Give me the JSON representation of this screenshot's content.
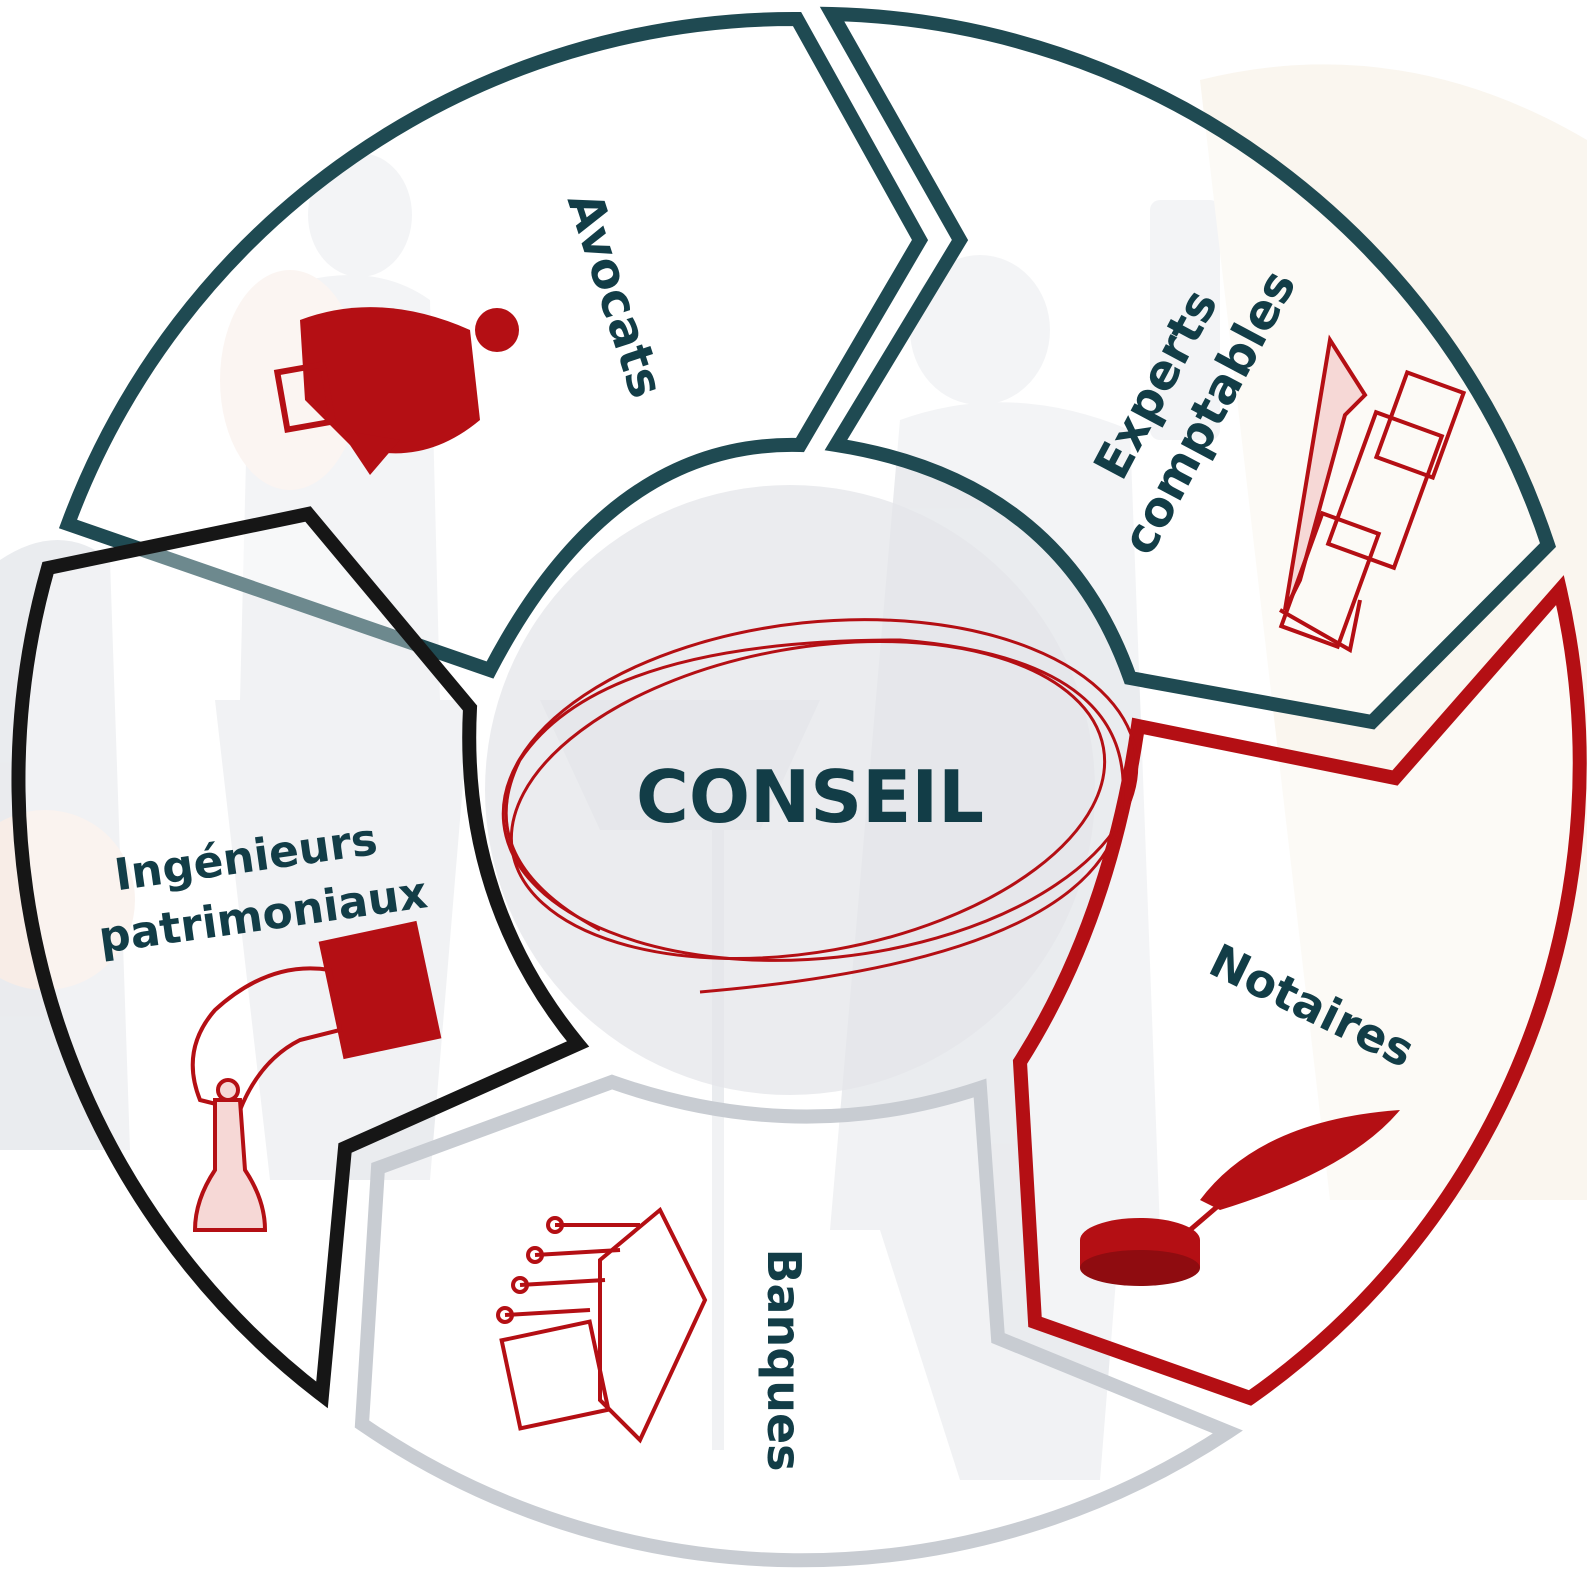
{
  "center": {
    "label": "CONSEIL"
  },
  "segments": [
    {
      "id": "avocats",
      "label": "Avocats",
      "border_color": "#1f4a52",
      "icon": "lawyer-icon"
    },
    {
      "id": "experts",
      "label_lines": [
        "Experts",
        "comptables"
      ],
      "border_color": "#1f4a52",
      "icon": "growth-chart-icon"
    },
    {
      "id": "notaires",
      "label": "Notaires",
      "border_color": "#b40f14",
      "icon": "quill-inkwell-icon"
    },
    {
      "id": "banques",
      "label": "Banques",
      "border_color": "#c8ccd2",
      "icon": "bank-icon"
    },
    {
      "id": "ingenieurs",
      "label_lines": [
        "Ingénieurs",
        "patrimoniaux"
      ],
      "border_color": "#161616",
      "icon": "chess-hand-icon"
    }
  ],
  "colors": {
    "text": "#123d47",
    "accent_red": "#b40f14",
    "background_figure": "#d9dce1",
    "hub_fill": "#e4e6ea"
  }
}
